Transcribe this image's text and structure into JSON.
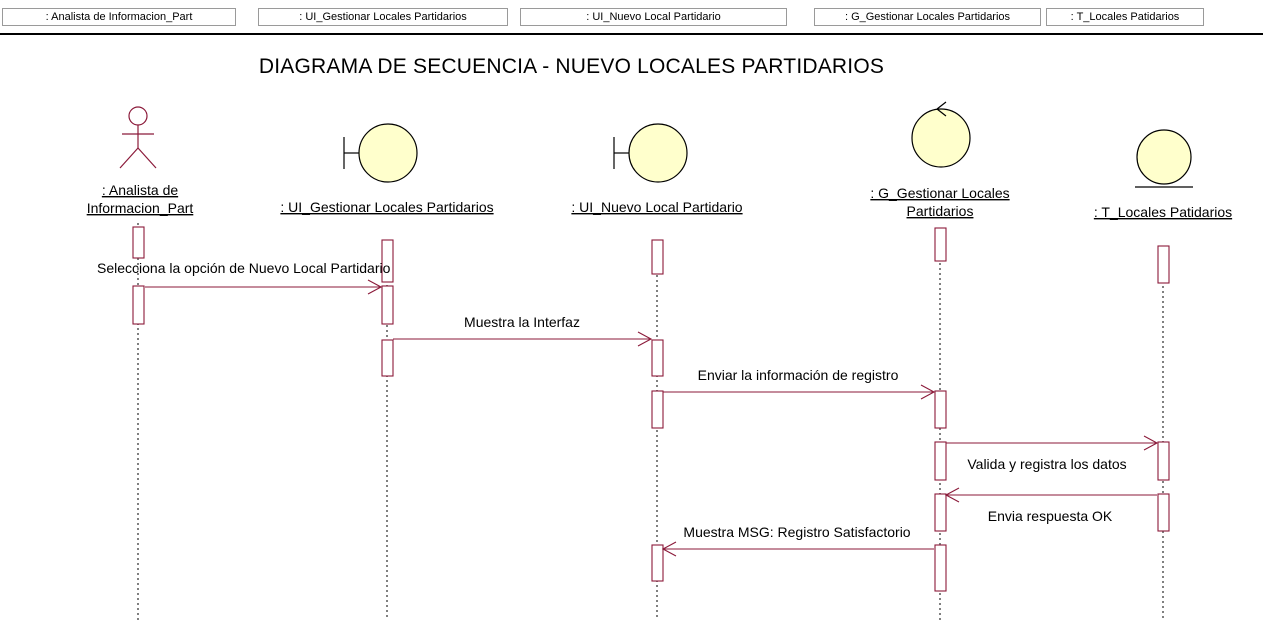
{
  "header": {
    "cells": [
      ": Analista de Informacion_Part",
      ": UI_Gestionar Locales Partidarios",
      ": UI_Nuevo Local Partidario",
      ": G_Gestionar Locales Partidarios",
      ": T_Locales Patidarios"
    ]
  },
  "title": "DIAGRAMA DE SECUENCIA - NUEVO LOCALES PARTIDARIOS",
  "objects": [
    {
      "type": "actor",
      "label_lines": [
        ": Analista de",
        "Informacion_Part"
      ]
    },
    {
      "type": "boundary",
      "label_lines": [
        ": UI_Gestionar Locales Partidarios"
      ]
    },
    {
      "type": "boundary",
      "label_lines": [
        ": UI_Nuevo Local Partidario"
      ]
    },
    {
      "type": "control",
      "label_lines": [
        ": G_Gestionar Locales",
        "Partidarios"
      ]
    },
    {
      "type": "entity",
      "label_lines": [
        ": T_Locales Patidarios"
      ]
    }
  ],
  "messages": [
    {
      "from": 0,
      "to": 1,
      "label": "Selecciona la opción de Nuevo Local Partidario"
    },
    {
      "from": 1,
      "to": 2,
      "label": "Muestra la Interfaz"
    },
    {
      "from": 2,
      "to": 3,
      "label": "Enviar la información de registro"
    },
    {
      "from": 3,
      "to": 4,
      "label": "Valida y registra los datos"
    },
    {
      "from": 4,
      "to": 3,
      "label": "Envia respuesta OK"
    },
    {
      "from": 3,
      "to": 2,
      "label": "Muestra MSG: Registro Satisfactorio"
    }
  ],
  "colors": {
    "lifeline_element": "#8b1a3a",
    "object_fill": "#ffffcc",
    "actor": "#8b1a3a",
    "text": "#000000"
  }
}
